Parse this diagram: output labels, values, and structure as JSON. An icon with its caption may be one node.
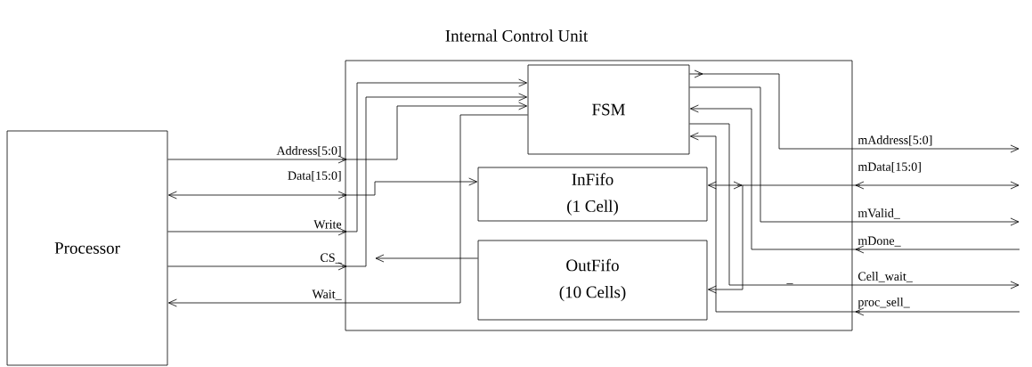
{
  "diagram": {
    "nodes": [
      {
        "text": [
          "Internal Control Unit"
        ]
      },
      {
        "text": [
          "Processor"
        ]
      },
      {
        "text": [
          "FSM"
        ],
        "in": 0
      },
      {
        "text": [
          "InFifo",
          "(1 Cell)"
        ],
        "in": 0
      },
      {
        "text": [
          "OutFifo",
          "(10 Cells)"
        ],
        "in": 0
      }
    ],
    "edges": [
      {
        "from": 1,
        "to": 2,
        "arrow": "to",
        "label": "Address[5:0]"
      },
      {
        "from": 1,
        "to": 3,
        "arrow": "both",
        "label": "Data[15:0]"
      },
      {
        "from": 1,
        "to": 2,
        "arrow": "to",
        "label": "Write"
      },
      {
        "from": 1,
        "to": 2,
        "arrow": "to",
        "label": "CS_"
      },
      {
        "from": 2,
        "to": 1,
        "arrow": "to",
        "label": "Wait_"
      },
      {
        "from": 4,
        "to": null,
        "arrow": "to"
      },
      {
        "from": 2,
        "to": null,
        "arrow": "to",
        "label": "mAddress[5:0]"
      },
      {
        "from": 3,
        "to": null,
        "arrow": "both",
        "label": "mData[15:0]"
      },
      {
        "from": null,
        "to": 4,
        "arrow": "to"
      },
      {
        "from": 2,
        "to": null,
        "arrow": "to",
        "label": "mValid_"
      },
      {
        "from": null,
        "to": 2,
        "arrow": "to",
        "label": "mDone_"
      },
      {
        "from": 2,
        "to": null,
        "arrow": "to",
        "label": "Cell_wait_"
      },
      {
        "from": null,
        "to": 2,
        "arrow": "to",
        "label": "proc_sell_"
      }
    ],
    "labels": [
      "_"
    ]
  }
}
